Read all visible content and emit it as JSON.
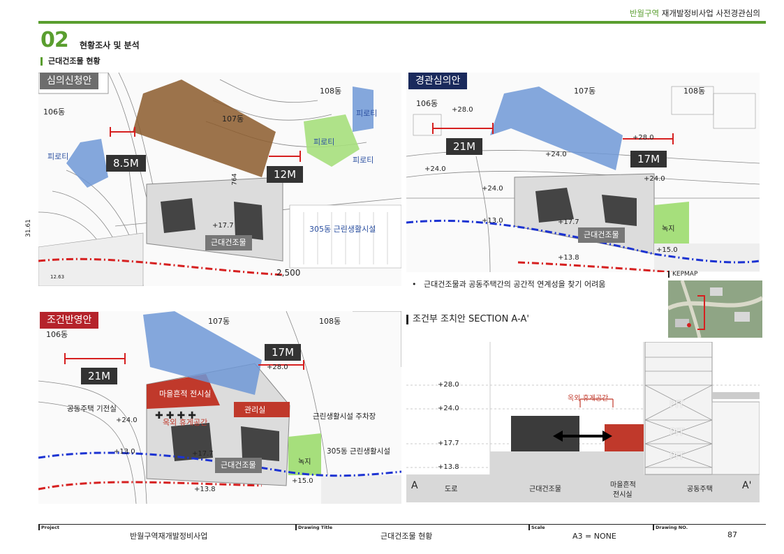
{
  "header": {
    "district": "반월구역",
    "project": "재개발정비사업 사전경관심의"
  },
  "section": {
    "number": "02",
    "title": "현황조사 및 분석",
    "subtitle": "근대건조물 현황"
  },
  "plan_original": {
    "tag": "심의신청안",
    "labels": {
      "b106": "106동",
      "b107": "107동",
      "b108": "108동",
      "pilotis": "피로티",
      "heritage": "근대건조물",
      "commercial": "305동 근린생활시설",
      "dist_a": "8.5M",
      "dist_b": "12M",
      "elev": "+17.7",
      "dim": "2,500",
      "misc1": "764",
      "misc2": "12.63",
      "misc3": "31.61"
    }
  },
  "plan_review": {
    "tag": "경관심의안",
    "labels": {
      "b106": "106동",
      "b107": "107동",
      "b108": "108동",
      "heritage": "근대건조물",
      "green": "녹지",
      "dist_a": "21M",
      "dist_b": "17M",
      "e280a": "+28.0",
      "e280b": "+28.0",
      "e240a": "+24.0",
      "e240b": "+24.0",
      "e240c": "+24.0",
      "e240d": "+24.0",
      "e130": "+13.0",
      "e177": "+17.7",
      "e150": "+15.0",
      "e138": "+13.8"
    }
  },
  "note": "근대건조물과 공동주택간의 공간적 연계성을 찾기 어려움",
  "kepmap": {
    "label": "KEPMAP"
  },
  "plan_condition": {
    "tag": "조건반영안",
    "labels": {
      "b106": "106동",
      "b107": "107동",
      "b108": "108동",
      "heritage": "근대건조물",
      "green": "녹지",
      "village_hall": "마을흔적 전시실",
      "mgmt": "관리실",
      "outdoor": "옥외 휴게공간",
      "apt_base": "공동주택 기전실",
      "parking": "근린생활시설 주차장",
      "commercial": "305동 근린생활시설",
      "dist_a": "21M",
      "dist_b": "17M",
      "e280": "+28.0",
      "e240": "+24.0",
      "e130": "+13.0",
      "e177": "+17.7",
      "e150": "+15.0",
      "e138": "+13.8"
    }
  },
  "section_view": {
    "title": "조건부 조치안 SECTION A-A'",
    "levels": [
      "+28.0",
      "+24.0",
      "+17.7",
      "+13.8"
    ],
    "outdoor_label": "옥외 휴게공간",
    "pit": [
      "PIT",
      "PIT",
      "PIT"
    ],
    "bottom": {
      "a": "A",
      "road": "도로",
      "heritage": "근대건조물",
      "hall_1": "마을흔적",
      "hall_2": "전시실",
      "apt": "공동주택",
      "a2": "A'"
    }
  },
  "footer": {
    "project_label": "Project",
    "project": "반월구역재개발정비사업",
    "title_label": "Drawing Title",
    "title": "근대건조물 현황",
    "scale_label": "Scale",
    "scale": "A3 = NONE",
    "no_label": "Drawing NO.",
    "no": "87"
  },
  "colors": {
    "accent": "#5a9e2f",
    "tower": "#6f98d6",
    "brown": "#8b5a2b",
    "red": "#c0392b",
    "navy": "#1a2a5c",
    "green_area": "#a6df7c"
  }
}
